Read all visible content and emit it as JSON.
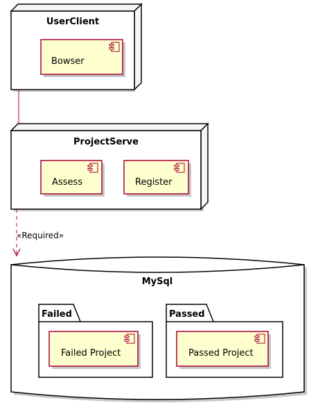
{
  "diagram": {
    "nodes": {
      "user_client": {
        "title": "UserClient",
        "components": [
          "Bowser"
        ]
      },
      "project_serve": {
        "title": "ProjectServe",
        "components": [
          "Assess",
          "Register"
        ]
      }
    },
    "database": {
      "title": "MySql",
      "packages": {
        "failed": {
          "title": "Failed",
          "component": "Failed Project"
        },
        "passed": {
          "title": "Passed",
          "component": "Passed Project"
        }
      }
    },
    "relations": {
      "required_label": "«Required»"
    }
  },
  "colors": {
    "component_fill": "#FEFECE",
    "component_border": "#A80036",
    "link": "#A80036",
    "outline": "#000000",
    "node_top": "#F6F6F6",
    "shadow": "#C8C8C8"
  }
}
